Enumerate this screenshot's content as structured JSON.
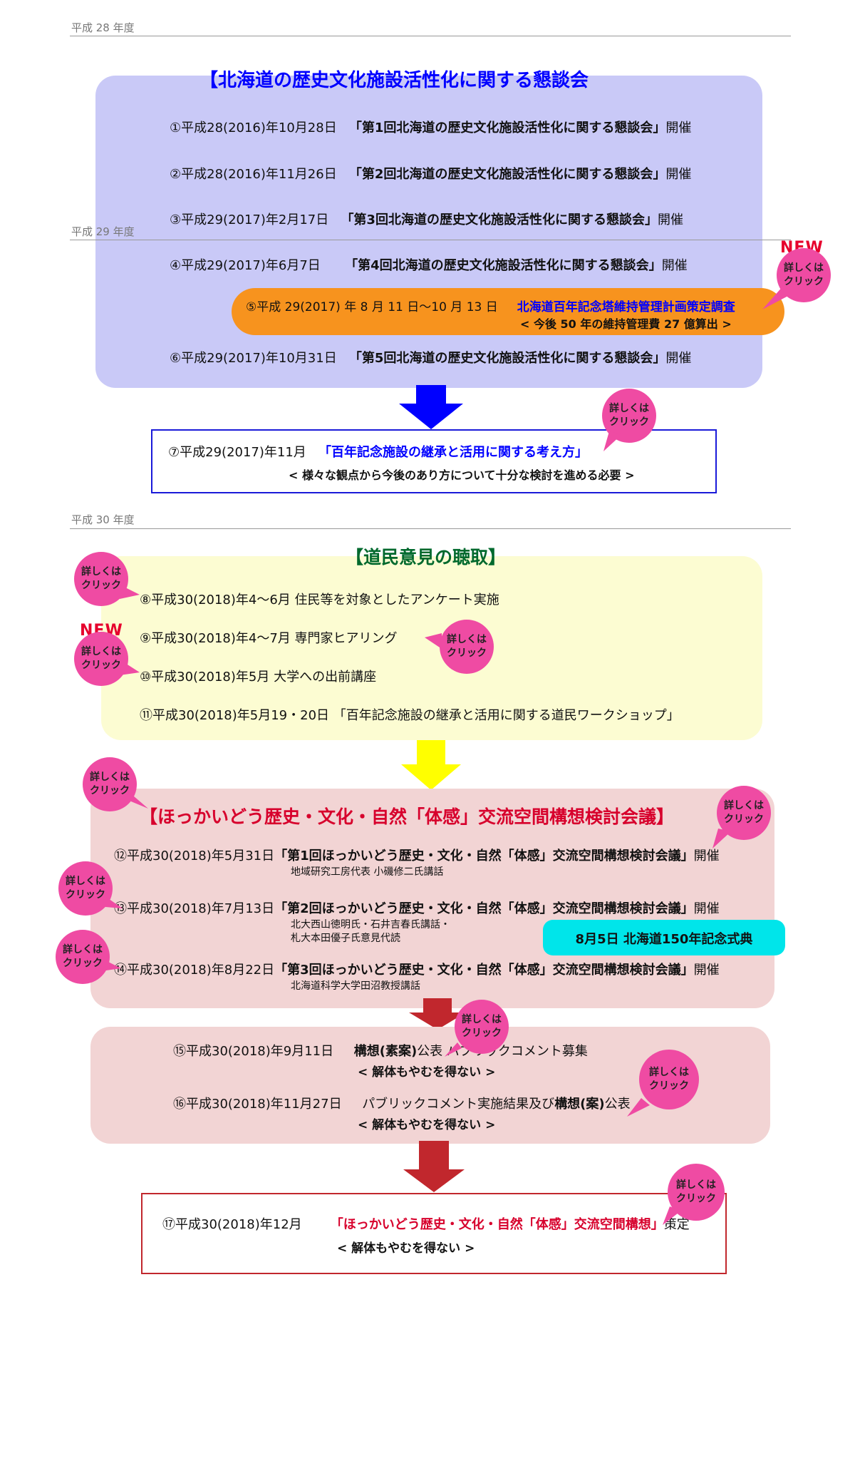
{
  "years": {
    "h28": "平成 28 年度",
    "h29": "平成 29 年度",
    "h30": "平成 30 年度"
  },
  "section1": {
    "title": "【北海道の歴史文化施設活性化に関する懇談会",
    "items": [
      {
        "date": "①平成28(2016)年10月28日",
        "name": "「第1回北海道の歴史文化施設活性化に関する懇談会」",
        "suffix": "開催"
      },
      {
        "date": "②平成28(2016)年11月26日",
        "name": "「第2回北海道の歴史文化施設活性化に関する懇談会」",
        "suffix": "開催"
      },
      {
        "date": "③平成29(2017)年2月17日",
        "name": "「第3回北海道の歴史文化施設活性化に関する懇談会」",
        "suffix": "開催"
      },
      {
        "date": "④平成29(2017)年6月7日",
        "name": "「第4回北海道の歴史文化施設活性化に関する懇談会」",
        "suffix": "開催"
      },
      {
        "date": "⑥平成29(2017)年10月31日",
        "name": "「第5回北海道の歴史文化施設活性化に関する懇談会」",
        "suffix": "開催"
      }
    ],
    "orange": {
      "date": "⑤平成 29(2017) 年 8 月 11 日〜10 月 13 日",
      "name": "北海道百年記念塔維持管理計画策定調査",
      "note": "< 今後 50 年の維持管理費 27 億算出 >"
    }
  },
  "box7": {
    "date": "⑦平成29(2017)年11月",
    "name": "「百年記念施設の継承と活用に関する考え方」",
    "note": "< 様々な観点から今後のあり方について十分な検討を進める必要 >"
  },
  "section2": {
    "title": "【道民意見の聴取】",
    "items": [
      {
        "text": "⑧平成30(2018)年4〜6月 住民等を対象としたアンケート実施"
      },
      {
        "text": "⑨平成30(2018)年4〜7月 専門家ヒアリング"
      },
      {
        "text": "⑩平成30(2018)年5月 大学への出前講座"
      },
      {
        "text": "⑪平成30(2018)年5月19・20日 「百年記念施設の継承と活用に関する道民ワークショップ」"
      }
    ]
  },
  "section3": {
    "title": "【ほっかいどう歴史・文化・自然「体感」交流空間構想検討会議】",
    "items": [
      {
        "date": "⑫平成30(2018)年5月31日",
        "name": "「第1回ほっかいどう歴史・文化・自然「体感」交流空間構想検討会議」",
        "suffix": "開催",
        "subs": [
          "地域研究工房代表 小磯修二氏講話"
        ]
      },
      {
        "date": "⑬平成30(2018)年7月13日",
        "name": "「第2回ほっかいどう歴史・文化・自然「体感」交流空間構想検討会議」",
        "suffix": "開催",
        "subs": [
          "北大西山徳明氏・石井吉春氏講話・",
          "札大本田優子氏意見代読"
        ]
      },
      {
        "date": "⑭平成30(2018)年8月22日",
        "name": "「第3回ほっかいどう歴史・文化・自然「体感」交流空間構想検討会議」",
        "suffix": "開催",
        "subs": [
          "北海道科学大学田沼教授講話"
        ]
      }
    ],
    "ceremony": "8月5日 北海道150年記念式典"
  },
  "section4": {
    "items": [
      {
        "date": "⑮平成30(2018)年9月11日",
        "bold": "構想(素案)",
        "rest": "公表 パブリックコメント募集",
        "note": "< 解体もやむを得ない >"
      },
      {
        "date": "⑯平成30(2018)年11月27日",
        "rest": "パブリックコメント実施結果及び",
        "bold": "構想(案)",
        "rest2": "公表",
        "note": "< 解体もやむを得ない >"
      }
    ]
  },
  "box17": {
    "date": "⑰平成30(2018)年12月",
    "name": "「ほっかいどう歴史・文化・自然「体感」交流空間構想」",
    "suffix": "策定",
    "note": "< 解体もやむを得ない >"
  },
  "bubbles": {
    "line1": "詳しくは",
    "line2": "クリック",
    "new": "NEW"
  },
  "colors": {
    "panel_blue": "#c9c9f7",
    "panel_yellow": "#fcfcd2",
    "panel_pink": "#f2d4d4",
    "orange": "#f7931e",
    "bubble": "#ef4ba3",
    "cyan": "#00e5ea",
    "arrow_blue": "#0000ff",
    "arrow_yellow": "#ffff00",
    "arrow_red": "#c1272d",
    "title_blue": "#0000ff",
    "title_green": "#00692d",
    "title_red": "#d7002c"
  }
}
